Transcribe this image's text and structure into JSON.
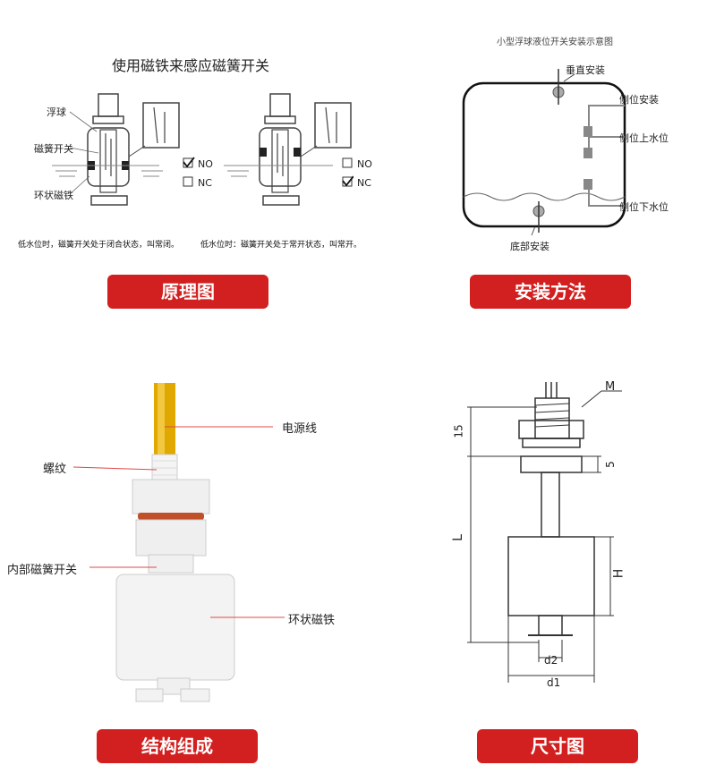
{
  "principle": {
    "title": "使用磁铁来感应磁簧开关",
    "labels": {
      "float": "浮球",
      "reed": "磁簧开关",
      "magnet": "环状磁铁"
    },
    "options": {
      "no": "NO",
      "nc": "NC"
    },
    "caption_left": "低水位时，磁簧开关处于闭合状态，叫常闭。",
    "caption_right": "低水位时：磁簧开关处于常开状态，叫常开。",
    "button": "原理图"
  },
  "install": {
    "title": "小型浮球液位开关安装示意图",
    "labels": {
      "top": "垂直安装",
      "side": "侧位安装",
      "side_upper": "侧位上水位",
      "side_lower": "侧位下水位",
      "bottom": "底部安装"
    },
    "button": "安装方法"
  },
  "structure": {
    "labels": {
      "wire": "电源线",
      "thread": "螺纹",
      "reed": "内部磁簧开关",
      "magnet": "环状磁铁"
    },
    "button": "结构组成"
  },
  "dimension": {
    "labels": {
      "m": "M",
      "d15": "15",
      "d5": "5",
      "L": "L",
      "H": "H",
      "d2": "d2",
      "d1": "d1"
    },
    "button": "尺寸图"
  },
  "colors": {
    "accent": "#d21f1f",
    "wire": "#e0a800",
    "oring": "#c0502a"
  }
}
